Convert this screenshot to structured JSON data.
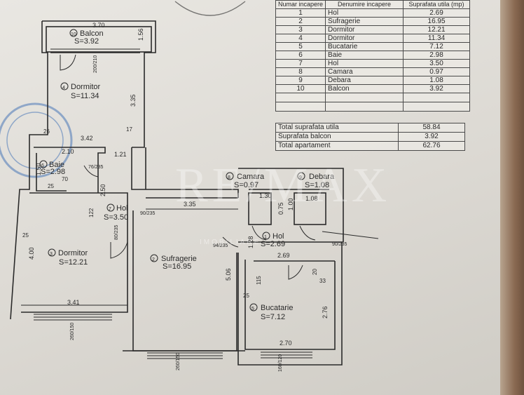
{
  "table": {
    "headers": [
      "Numar incapere",
      "Denumire incapere",
      "Suprafata utila (mp)"
    ],
    "rows": [
      [
        "1",
        "Hol",
        "2.69"
      ],
      [
        "2",
        "Sufragerie",
        "16.95"
      ],
      [
        "3",
        "Dormitor",
        "12.21"
      ],
      [
        "4",
        "Dormitor",
        "11.34"
      ],
      [
        "5",
        "Bucatarie",
        "7.12"
      ],
      [
        "6",
        "Baie",
        "2.98"
      ],
      [
        "7",
        "Hol",
        "3.50"
      ],
      [
        "8",
        "Camara",
        "0.97"
      ],
      [
        "9",
        "Debara",
        "1.08"
      ],
      [
        "10",
        "Balcon",
        "3.92"
      ]
    ]
  },
  "totals": [
    {
      "label": "Total suprafata utila",
      "value": "58.84"
    },
    {
      "label": "Suprafata  balcon",
      "value": "3.92"
    },
    {
      "label": "Total apartament",
      "value": "62.76"
    }
  ],
  "rooms": [
    {
      "num": "10",
      "name": "Balcon",
      "area": "S=3.92"
    },
    {
      "num": "4",
      "name": "Dormitor",
      "area": "S=11.34"
    },
    {
      "num": "6",
      "name": "Baie",
      "area": "S=2.98"
    },
    {
      "num": "7",
      "name": "Hol",
      "area": "S=3.50"
    },
    {
      "num": "3",
      "name": "Dormitor",
      "area": "S=12.21"
    },
    {
      "num": "2",
      "name": "Sufragerie",
      "area": "S=16.95"
    },
    {
      "num": "8",
      "name": "Camara",
      "area": "S=0.97"
    },
    {
      "num": "9",
      "name": "Debara",
      "area": "S=1.08"
    },
    {
      "num": "1",
      "name": "Hol",
      "area": "S=2.69"
    },
    {
      "num": "5",
      "name": "Bucatarie",
      "area": "S=7.12"
    }
  ],
  "dimensions": [
    "3.70",
    "1.56",
    "3.35",
    "3.42",
    "2.10",
    "1.21",
    "1.50",
    "2.50",
    "4.00",
    "3.41",
    "3.35",
    "1.30",
    "0.75",
    "1.00",
    "1.08",
    "2.69",
    "1.28",
    "5.06",
    "2.76",
    "2.70",
    "260/150",
    "90/235",
    "80/235",
    "94/235",
    "260/150",
    "160/120",
    "90/235",
    "76/235",
    "200/210",
    "17",
    "26",
    "25",
    "25",
    "70",
    "122",
    "115",
    "25",
    "20",
    "33"
  ],
  "watermark": {
    "big": "RE/MAX",
    "small": "IMOBILIARE"
  },
  "colors": {
    "ink": "#2a2a2a",
    "paper": "#e4e2dd",
    "stamp": "#4a78b8"
  }
}
